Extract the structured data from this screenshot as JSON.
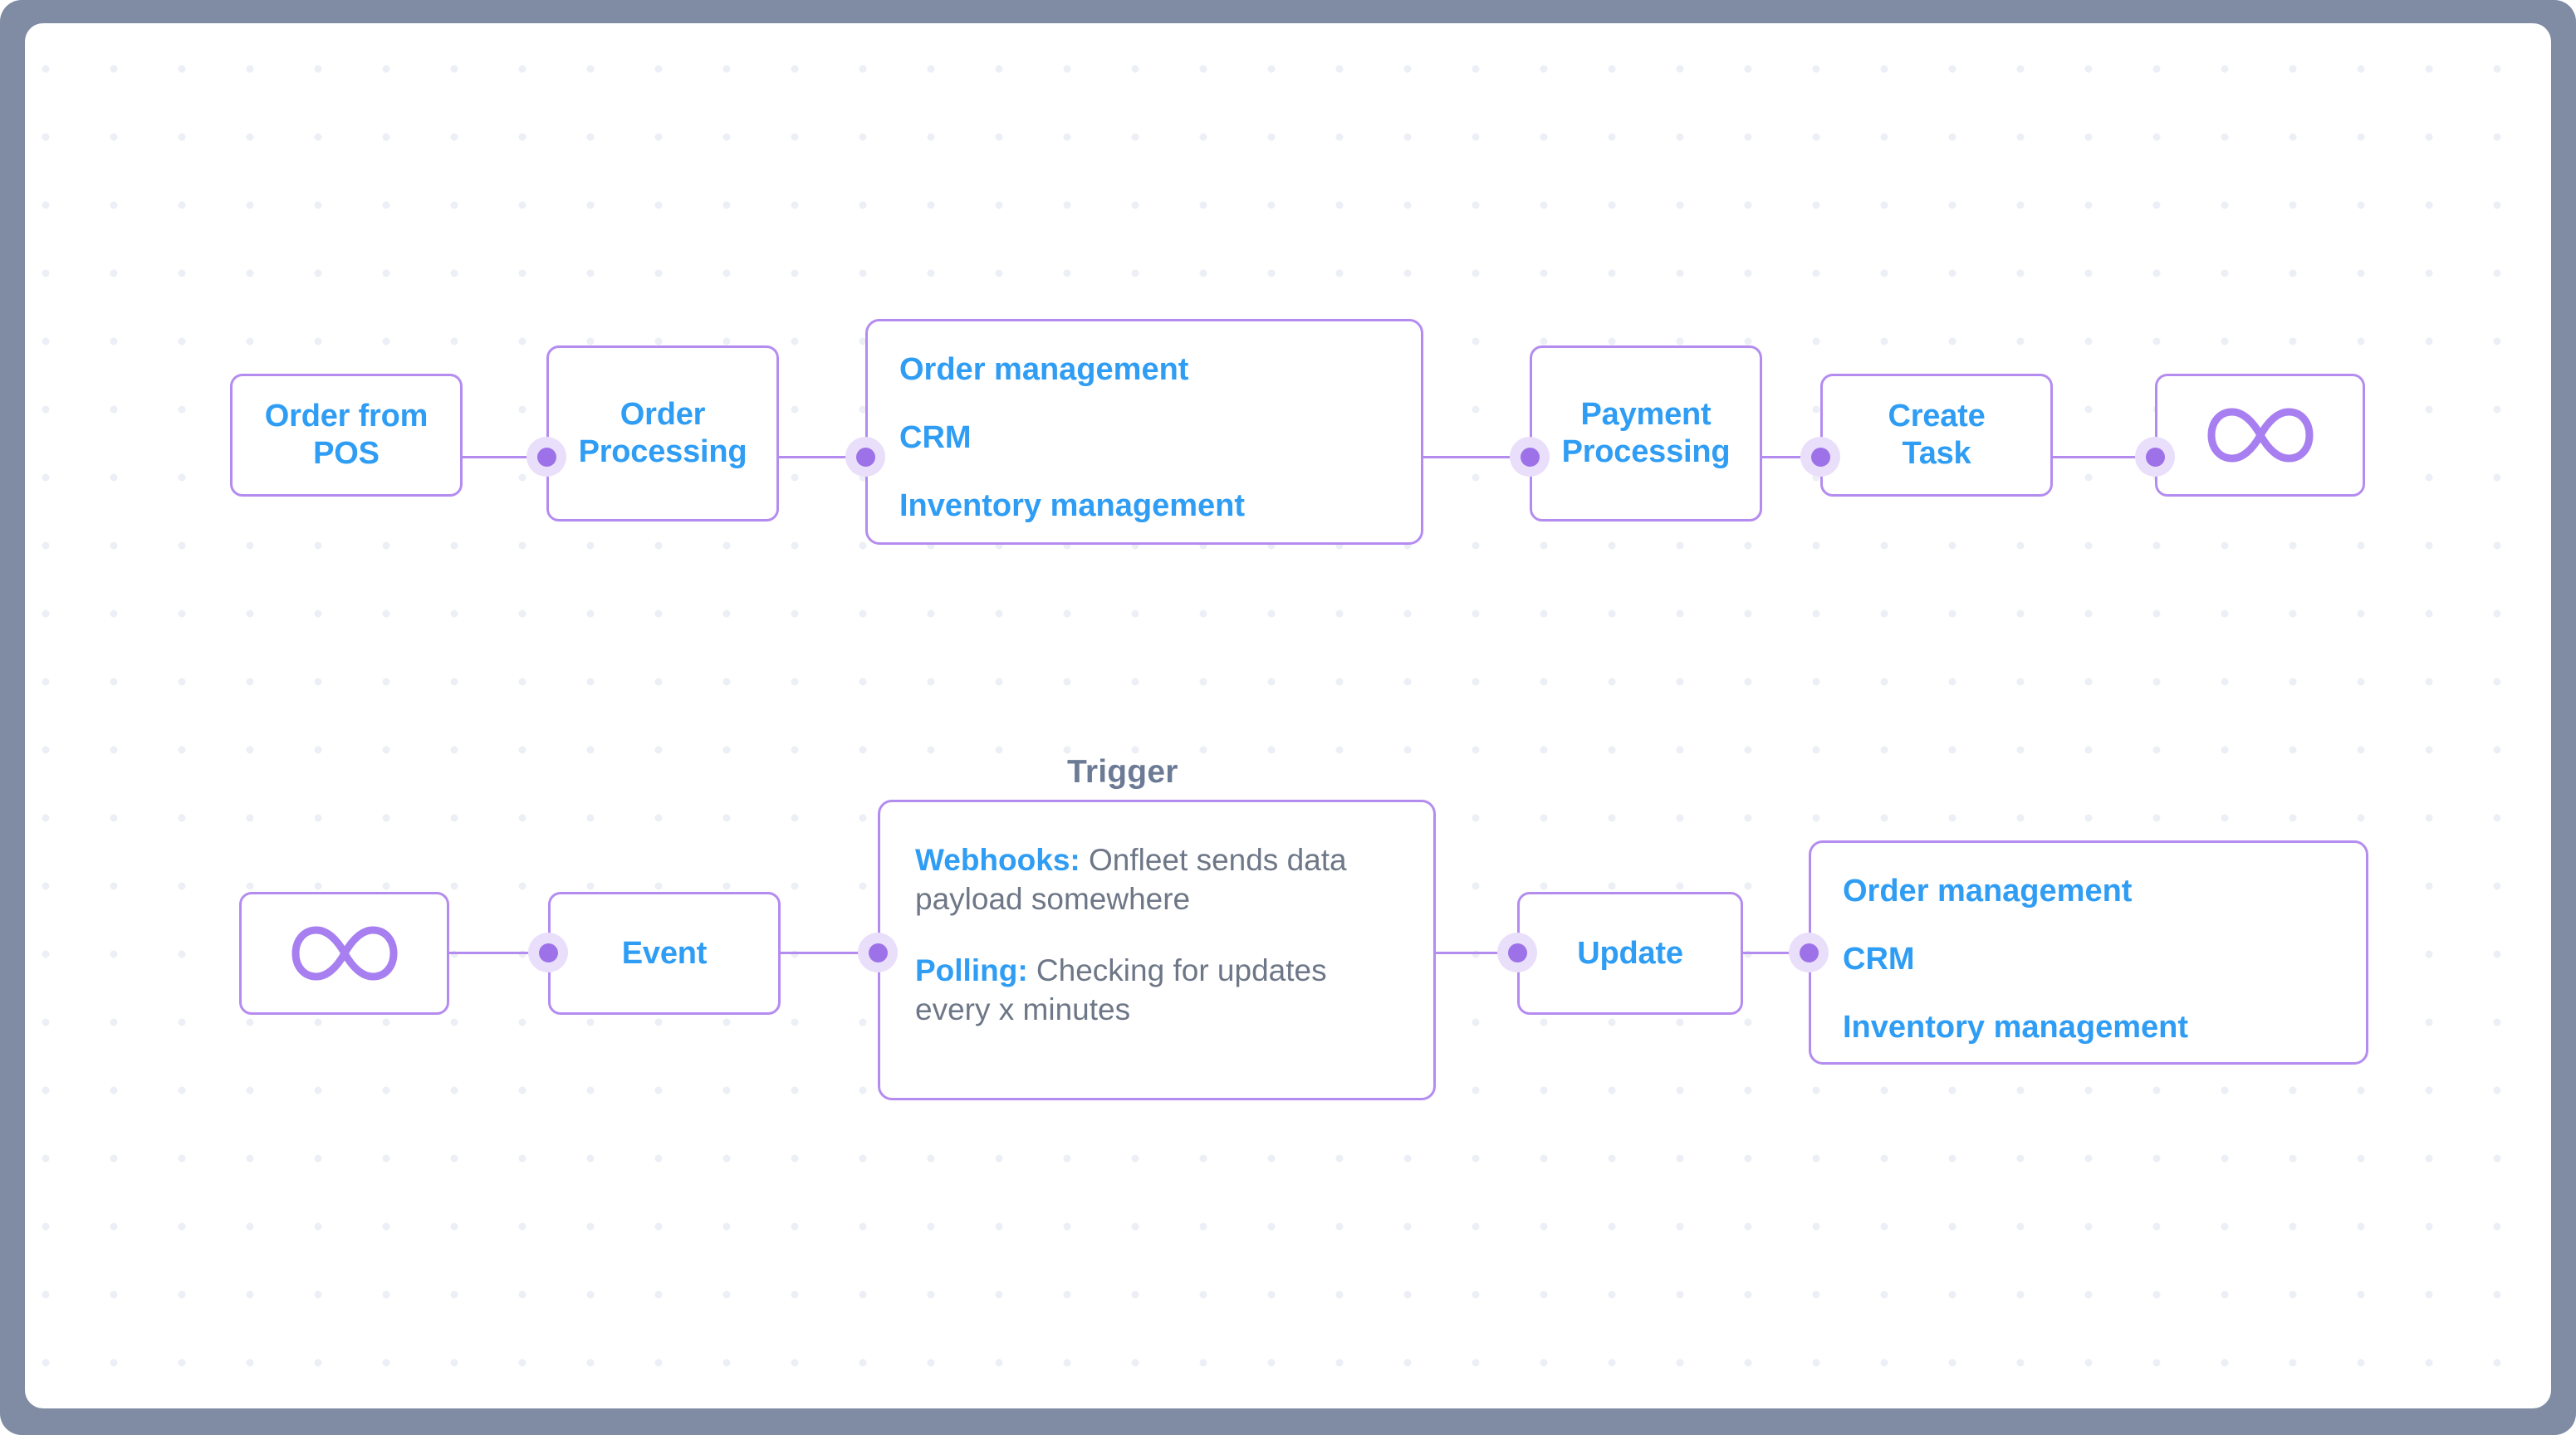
{
  "frame": {
    "border_color": "#7f8ca3",
    "canvas_color": "#ffffff",
    "dot_color": "#eceff5"
  },
  "theme": {
    "node_border": "#b48cf0",
    "node_text": "#2f9df4",
    "body_text": "#6e7787",
    "caption_text": "#6c7b95",
    "port_dot": "#9d72e8",
    "port_halo": "#eadffb",
    "icon_color": "#a87ff0"
  },
  "captions": {
    "trigger": "Trigger"
  },
  "top_row": {
    "nodes": [
      {
        "id": "order-from-pos",
        "label": "Order from\nPOS",
        "line1": "Order from",
        "line2": "POS"
      },
      {
        "id": "order-processing",
        "label": "Order\nProcessing",
        "line1": "Order",
        "line2": "Processing"
      },
      {
        "id": "top-systems-list",
        "items": [
          "Order management",
          "CRM",
          "Inventory management"
        ]
      },
      {
        "id": "payment-processing",
        "label": "Payment\nProcessing",
        "line1": "Payment",
        "line2": "Processing"
      },
      {
        "id": "create-task",
        "label": "Create\nTask",
        "line1": "Create",
        "line2": "Task"
      },
      {
        "id": "onfleet-logo",
        "icon": "infinity-icon"
      }
    ]
  },
  "bottom_row": {
    "nodes": [
      {
        "id": "onfleet-logo",
        "icon": "infinity-icon"
      },
      {
        "id": "event",
        "label": "Event"
      },
      {
        "id": "trigger-details",
        "rows": [
          {
            "lead": "Webhooks:",
            "text": " Onfleet sends data payload somewhere"
          },
          {
            "lead": "Polling:",
            "text": " Checking for updates every x minutes"
          }
        ]
      },
      {
        "id": "update",
        "label": "Update"
      },
      {
        "id": "bottom-systems-list",
        "items": [
          "Order management",
          "CRM",
          "Inventory management"
        ]
      }
    ]
  }
}
